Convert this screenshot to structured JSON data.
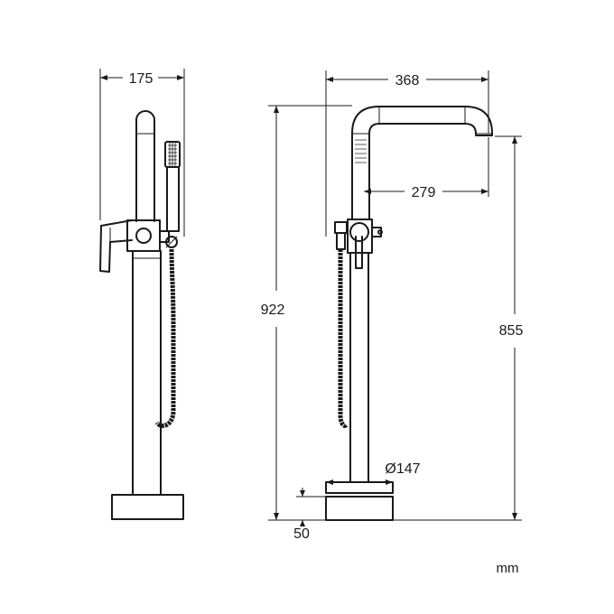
{
  "dimensions": {
    "side_width": "175",
    "overall_reach": "368",
    "spout_reach": "279",
    "total_height": "922",
    "spout_height": "855",
    "base_diameter": "Ø147",
    "base_height": "50"
  },
  "unit": "mm"
}
